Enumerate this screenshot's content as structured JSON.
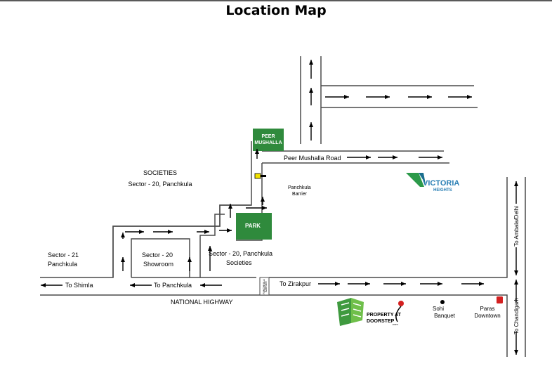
{
  "title": "Location Map",
  "roads": {
    "peer_mushalla_road": "Peer Mushalla Road",
    "national_highway": "NATIONAL HIGHWAY",
    "to_shimla": "To Shimla",
    "to_panchkula": "To Panchkula",
    "to_zirakpur": "To Zirakpur",
    "to_ambala_delhi": "To Ambala/Delhi",
    "to_chandigarh": "To Chandigarh"
  },
  "landmarks": {
    "peer_mushalla_line1": "PEER",
    "peer_mushalla_line2": "MUSHALLA",
    "park": "PARK",
    "panchkula_barrier_line1": "Panchkula",
    "panchkula_barrier_line2": "Barrier",
    "sohi_line1": "Sohi",
    "sohi_line2": "Banquet",
    "paras_line1": "Paras",
    "paras_line2": "Downtown",
    "highway_barrier_line1": "PANCHKULA",
    "highway_barrier_line2": "BARRIER"
  },
  "areas": {
    "societies_heading": "SOCIETIES",
    "societies_sub": "Sector - 20, Panchkula",
    "sector21_line1": "Sector - 21",
    "sector21_line2": "Panchkula",
    "showroom_line1": "Sector - 20",
    "showroom_line2": "Showroom",
    "sector20_societies_line1": "Sector - 20, Panchkula",
    "sector20_societies_line2": "Societies"
  },
  "brands": {
    "victoria_main": "VICTORIA",
    "victoria_sub": "HEIGHTS",
    "pad_line1": "PROPERTY AT",
    "pad_line2": "DOORSTEP",
    "pad_line3": ".com"
  },
  "colors": {
    "green_box": "#2f8a3c",
    "road_line": "#4a4a4a",
    "victoria_blue": "#2a7fb5",
    "victoria_green": "#2c9a4a",
    "pad_green": "#3f9a3f",
    "marker_red": "#d42020"
  }
}
